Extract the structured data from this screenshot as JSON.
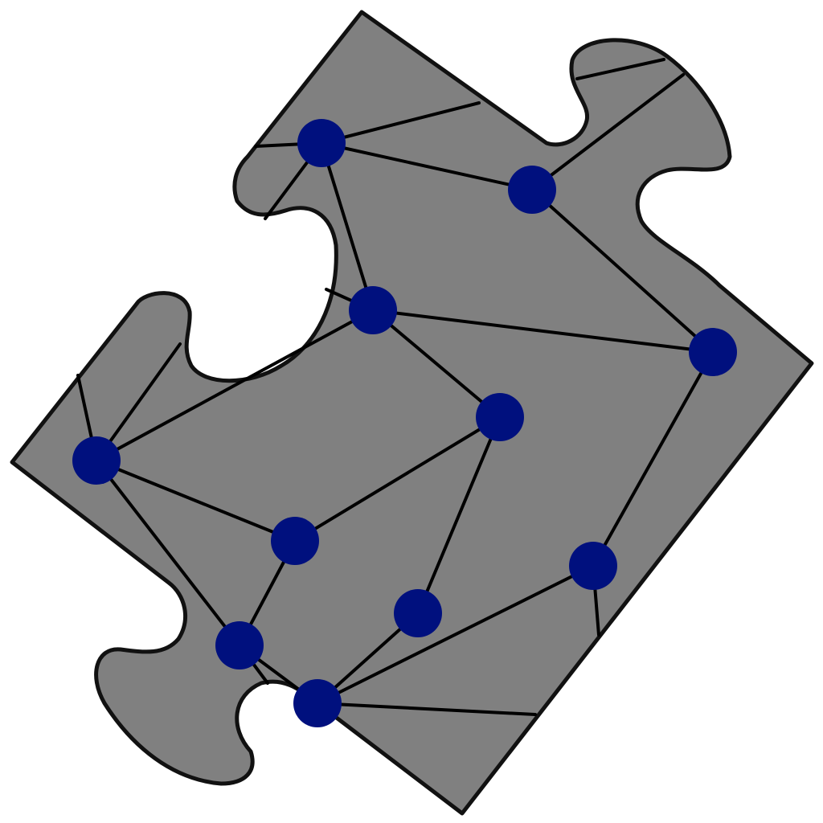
{
  "colors": {
    "background": "#ffffff",
    "piece_fill": "#808080",
    "piece_outline": "#111111",
    "edge": "#000000",
    "node": "#00107e"
  },
  "diagram": {
    "shape": "jigsaw-puzzle-piece",
    "nodes": [
      "n1",
      "n2",
      "n3",
      "n4",
      "n5",
      "n6",
      "n7",
      "n8",
      "n9",
      "n10",
      "n11"
    ],
    "edges": [
      [
        "n1",
        "n2"
      ],
      [
        "n1",
        "n3"
      ],
      [
        "n2",
        "n4"
      ],
      [
        "n3",
        "n4"
      ],
      [
        "n3",
        "n5"
      ],
      [
        "n3",
        "n6"
      ],
      [
        "n4",
        "n8"
      ],
      [
        "n5",
        "n7"
      ],
      [
        "n5",
        "n9"
      ],
      [
        "n6",
        "n7"
      ],
      [
        "n6",
        "n10"
      ],
      [
        "n7",
        "n10"
      ],
      [
        "n8",
        "n11"
      ],
      [
        "n9",
        "n11"
      ]
    ],
    "boundary_edges": [
      "n1",
      "n1",
      "n1",
      "n2",
      "n3",
      "n6",
      "n6",
      "n10",
      "n10",
      "n11",
      "n8"
    ]
  }
}
